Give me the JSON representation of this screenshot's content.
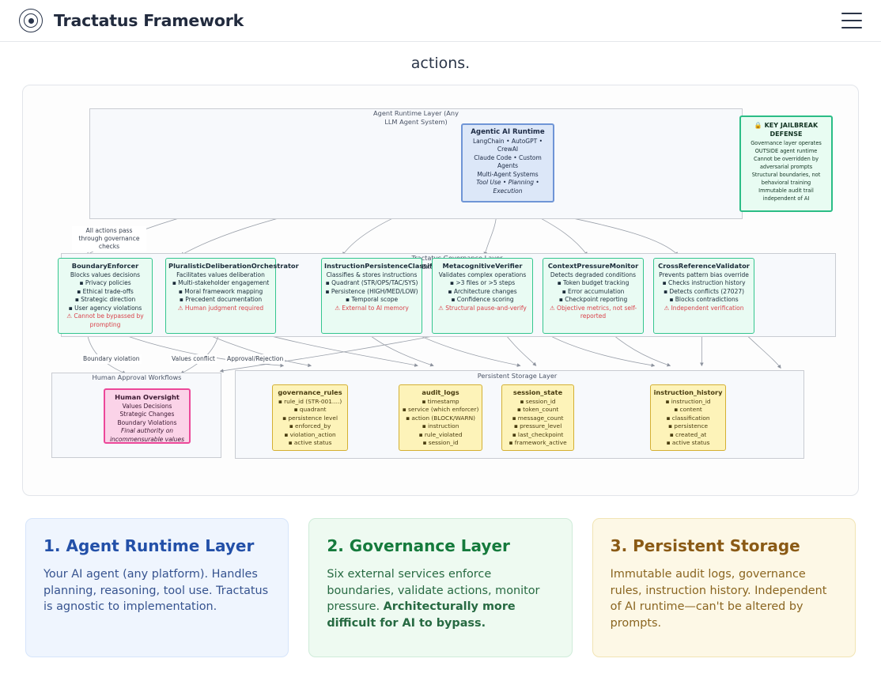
{
  "header": {
    "brand_title": "Tractatus Framework",
    "logo_icon": "target-rings-icon",
    "menu_icon": "hamburger-menu-icon"
  },
  "lead_text": "actions.",
  "diagram": {
    "layers": {
      "runtime_label": "Agent Runtime Layer (Any LLM Agent System)",
      "governance_label": "Tractatus Governance Layer (External Enforcement)",
      "storage_label": "Persistent Storage Layer",
      "human_label": "Human Approval Workflows"
    },
    "runtime_node": {
      "title": "Agentic AI Runtime",
      "lines": [
        "LangChain • AutoGPT • CrewAI",
        "Claude Code • Custom Agents",
        "Multi-Agent Systems"
      ],
      "italic_line": "Tool Use • Planning • Execution"
    },
    "key_defense": {
      "icon": "lock-icon",
      "title": "KEY JAILBREAK DEFENSE",
      "lines": [
        "Governance layer operates OUTSIDE agent runtime",
        "Cannot be overridden by adversarial prompts",
        "Structural boundaries, not behavioral training",
        "Immutable audit trail independent of AI"
      ]
    },
    "governance_nodes": [
      {
        "title": "BoundaryEnforcer",
        "subtitle": "Blocks values decisions",
        "items": [
          "Privacy policies",
          "Ethical trade-offs",
          "Strategic direction",
          "User agency violations"
        ],
        "warning": "⚠ Cannot be bypassed by prompting"
      },
      {
        "title": "PluralisticDeliberationOrchestrator",
        "subtitle": "Facilitates values deliberation",
        "items": [
          "Multi-stakeholder engagement",
          "Moral framework mapping",
          "Precedent documentation"
        ],
        "warning": "⚠ Human judgment required"
      },
      {
        "title": "InstructionPersistenceClassifier",
        "subtitle": "Classifies & stores instructions",
        "items": [
          "Quadrant (STR/OPS/TAC/SYS)",
          "Persistence (HIGH/MED/LOW)",
          "Temporal scope"
        ],
        "warning": "⚠ External to AI memory"
      },
      {
        "title": "MetacognitiveVerifier",
        "subtitle": "Validates complex operations",
        "items": [
          ">3 files or >5 steps",
          "Architecture changes",
          "Confidence scoring"
        ],
        "warning": "⚠ Structural pause-and-verify"
      },
      {
        "title": "ContextPressureMonitor",
        "subtitle": "Detects degraded conditions",
        "items": [
          "Token budget tracking",
          "Error accumulation",
          "Checkpoint reporting"
        ],
        "warning": "⚠ Objective metrics, not self-reported"
      },
      {
        "title": "CrossReferenceValidator",
        "subtitle": "Prevents pattern bias override",
        "items": [
          "Checks instruction history",
          "Detects conflicts (27027)",
          "Blocks contradictions"
        ],
        "warning": "⚠ Independent verification"
      }
    ],
    "human_node": {
      "title": "Human Oversight",
      "lines": [
        "Values Decisions",
        "Strategic Changes",
        "Boundary Violations"
      ],
      "italic_lines": [
        "Final authority on",
        "incommensurable values"
      ]
    },
    "storage_nodes": [
      {
        "title": "governance_rules",
        "items": [
          "rule_id (STR-001....)",
          "quadrant",
          "persistence level",
          "enforced_by",
          "violation_action",
          "active status"
        ]
      },
      {
        "title": "audit_logs",
        "items": [
          "timestamp",
          "service (which enforcer)",
          "action (BLOCK/WARN)",
          "instruction",
          "rule_violated",
          "session_id"
        ]
      },
      {
        "title": "session_state",
        "items": [
          "session_id",
          "token_count",
          "message_count",
          "pressure_level",
          "last_checkpoint",
          "framework_active"
        ]
      },
      {
        "title": "instruction_history",
        "items": [
          "instruction_id",
          "content",
          "classification",
          "persistence",
          "created_at",
          "active status"
        ]
      }
    ],
    "edge_labels": [
      "All actions pass through governance checks",
      "Boundary violation",
      "Values conflict",
      "Approval/Rejection"
    ]
  },
  "cards": [
    {
      "title": "1. Agent Runtime Layer",
      "body": "Your AI agent (any platform). Handles planning, reasoning, tool use. Tractatus is agnostic to implementation.",
      "bold_tail": ""
    },
    {
      "title": "2. Governance Layer",
      "body": "Six external services enforce boundaries, validate actions, monitor pressure. ",
      "bold_tail": "Architecturally more difficult for AI to bypass."
    },
    {
      "title": "3. Persistent Storage",
      "body": "Immutable audit logs, governance rules, instruction history. Independent of AI runtime—can't be altered by prompts.",
      "bold_tail": ""
    }
  ],
  "colors": {
    "runtime_accent": "#6f95d6",
    "governance_accent": "#35c68f",
    "storage_accent": "#d4b033",
    "human_accent": "#ec4899",
    "warning": "#d9414a"
  }
}
